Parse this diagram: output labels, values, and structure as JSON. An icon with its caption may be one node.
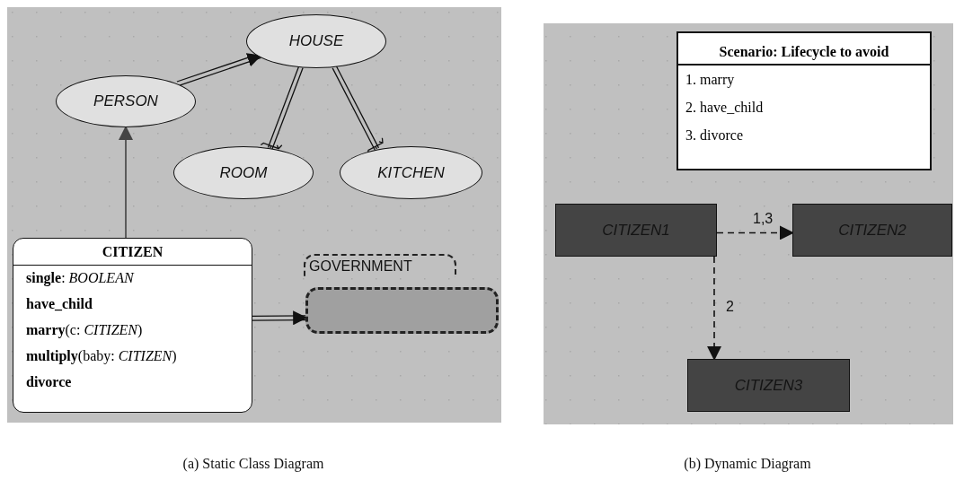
{
  "diagram": {
    "nodes": [
      {
        "text": [
          "HOUSE"
        ]
      },
      {
        "text": [
          "PERSON"
        ]
      },
      {
        "text": [
          "ROOM"
        ]
      },
      {
        "text": [
          "KITCHEN"
        ]
      },
      {
        "text": [
          "CITIZEN",
          "**single**: *BOOLEAN*",
          "**have_child**",
          "**marry**(c: *CITIZEN*)",
          "**multiply**(baby: *CITIZEN*)",
          "**divorce**"
        ]
      },
      {
        "text": [
          "GOVERNMENT"
        ]
      },
      {
        "text": [
          "Scenario: Lifecycle to avoid",
          "1. marry",
          "2. have_child",
          "3. divorce"
        ]
      },
      {
        "text": [
          "CITIZEN1"
        ]
      },
      {
        "text": [
          "CITIZEN2"
        ]
      },
      {
        "text": [
          "CITIZEN3"
        ]
      }
    ],
    "edges": [
      {
        "from": 1,
        "to": 0,
        "arrow": "to"
      },
      {
        "from": 0,
        "to": 2,
        "arrow": "other"
      },
      {
        "from": 0,
        "to": 3,
        "arrow": "other"
      },
      {
        "from": 4,
        "to": 1,
        "arrow": "to",
        "color": "#444444"
      },
      {
        "from": 4,
        "to": 5,
        "arrow": "to"
      },
      {
        "from": 7,
        "to": 8,
        "arrow": "to",
        "style": "dashed",
        "label": "1,3"
      },
      {
        "from": 7,
        "to": 9,
        "arrow": "to",
        "style": "dashed",
        "label": "2"
      }
    ],
    "labels": [
      "(a) Static Class Diagram",
      "(b) Dynamic Diagram"
    ]
  }
}
